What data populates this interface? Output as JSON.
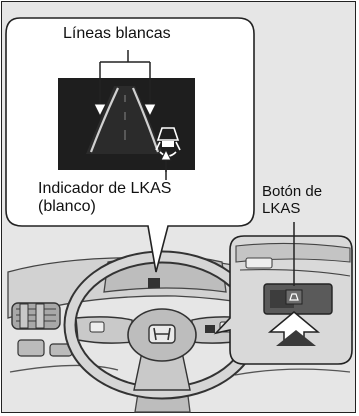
{
  "callout_top": {
    "lines_label": "Líneas blancas",
    "indicator_label_line1": "Indicador de LKAS",
    "indicator_label_line2": "(blanco)"
  },
  "callout_right": {
    "button_label_line1": "Botón de",
    "button_label_line2": "LKAS"
  },
  "colors": {
    "background": "#e6e6e6",
    "callout_fill": "#ffffff",
    "display_fill": "#1e1e1e",
    "indicator_white": "#ffffff"
  }
}
